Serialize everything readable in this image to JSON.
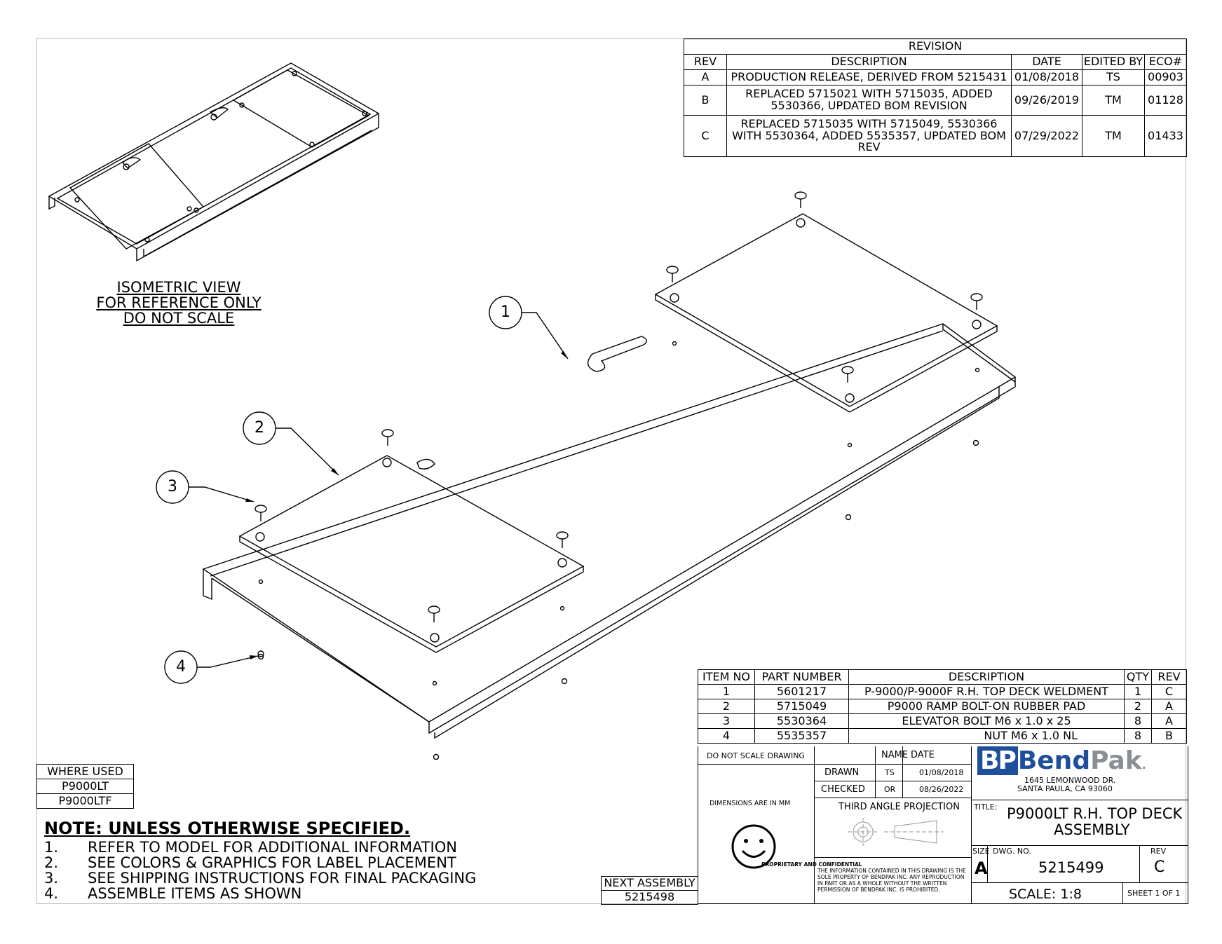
{
  "revision": {
    "heading": "REVISION",
    "columns": [
      "REV",
      "DESCRIPTION",
      "DATE",
      "EDITED BY",
      "ECO#"
    ],
    "rows": [
      {
        "rev": "A",
        "description": "PRODUCTION RELEASE, DERIVED FROM 5215431",
        "date": "01/08/2018",
        "edited_by": "TS",
        "eco": "00903"
      },
      {
        "rev": "B",
        "description": "REPLACED 5715021 WITH 5715035, ADDED 5530366, UPDATED BOM REVISION",
        "date": "09/26/2019",
        "edited_by": "TM",
        "eco": "01128"
      },
      {
        "rev": "C",
        "description": "REPLACED 5715035 WITH 5715049, 5530366 WITH 5530364, ADDED 5535357, UPDATED BOM REV",
        "date": "07/29/2022",
        "edited_by": "TM",
        "eco": "01433"
      }
    ]
  },
  "isometric_note": [
    "ISOMETRIC VIEW",
    "FOR REFERENCE ONLY",
    "DO NOT SCALE"
  ],
  "balloons": [
    "1",
    "2",
    "3",
    "4"
  ],
  "bom": {
    "columns": [
      "ITEM NO",
      "PART NUMBER",
      "DESCRIPTION",
      "QTY",
      "REV"
    ],
    "rows": [
      {
        "item": "1",
        "part": "5601217",
        "description": "P-9000/P-9000F R.H. TOP DECK WELDMENT",
        "qty": "1",
        "rev": "C"
      },
      {
        "item": "2",
        "part": "5715049",
        "description": "P9000 RAMP BOLT-ON RUBBER PAD",
        "qty": "2",
        "rev": "A"
      },
      {
        "item": "3",
        "part": "5530364",
        "description": "ELEVATOR BOLT M6 x 1.0 x 25",
        "qty": "8",
        "rev": "A"
      },
      {
        "item": "4",
        "part": "5535357",
        "description": "NUT M6 x 1.0 NL",
        "qty": "8",
        "rev": "B"
      }
    ]
  },
  "where_used": {
    "heading": "WHERE USED",
    "items": [
      "P9000LT",
      "P9000LTF"
    ]
  },
  "notes": {
    "title": "NOTE: UNLESS OTHERWISE SPECIFIED",
    "items": [
      {
        "num": "1.",
        "text": "REFER TO MODEL FOR ADDITIONAL INFORMATION"
      },
      {
        "num": "2.",
        "text": "SEE COLORS & GRAPHICS FOR LABEL PLACEMENT"
      },
      {
        "num": "3.",
        "text": "SEE SHIPPING INSTRUCTIONS FOR FINAL PACKAGING"
      },
      {
        "num": "4.",
        "text": "ASSEMBLE ITEMS AS SHOWN"
      }
    ]
  },
  "next_assembly": {
    "label": "NEXT ASSEMBLY",
    "value": "5215498"
  },
  "title_block": {
    "do_not_scale": "DO NOT SCALE DRAWING",
    "name_label": "NAME",
    "date_label": "DATE",
    "drawn_label": "DRAWN",
    "drawn_name": "TS",
    "drawn_date": "01/08/2018",
    "checked_label": "CHECKED",
    "checked_name": "OR",
    "checked_date": "08/26/2022",
    "dimensions": "DIMENSIONS ARE IN MM",
    "projection": "THIRD ANGLE PROJECTION",
    "proprietary_title": "PROPRIETARY AND CONFIDENTIAL",
    "proprietary_text": "THE INFORMATION CONTAINED IN THIS DRAWING IS THE SOLE PROPERTY OF BENDPAK INC. ANY REPRODUCTION IN PART OR AS A WHOLE WITHOUT THE WRITTEN PERMISSION OF BENDPAK INC. IS PROHIBITED.",
    "logo_bp": "BP",
    "logo_bend": "Bend",
    "logo_pak": "Pak",
    "address_1": "1645 LEMONWOOD DR.",
    "address_2": "SANTA PAULA, CA 93060",
    "title_label": "TITLE:",
    "title_line_1": "P9000LT R.H. TOP DECK",
    "title_line_2": "ASSEMBLY",
    "size_label": "SIZE",
    "size": "A",
    "dwg_label": "DWG.  NO.",
    "dwg_no": "5215499",
    "rev_label": "REV",
    "rev": "C",
    "scale": "SCALE: 1:8",
    "sheet": "SHEET 1 OF 1"
  },
  "colors": {
    "logo_blue": "#1f4f9a",
    "logo_gray": "#8a8f96"
  }
}
